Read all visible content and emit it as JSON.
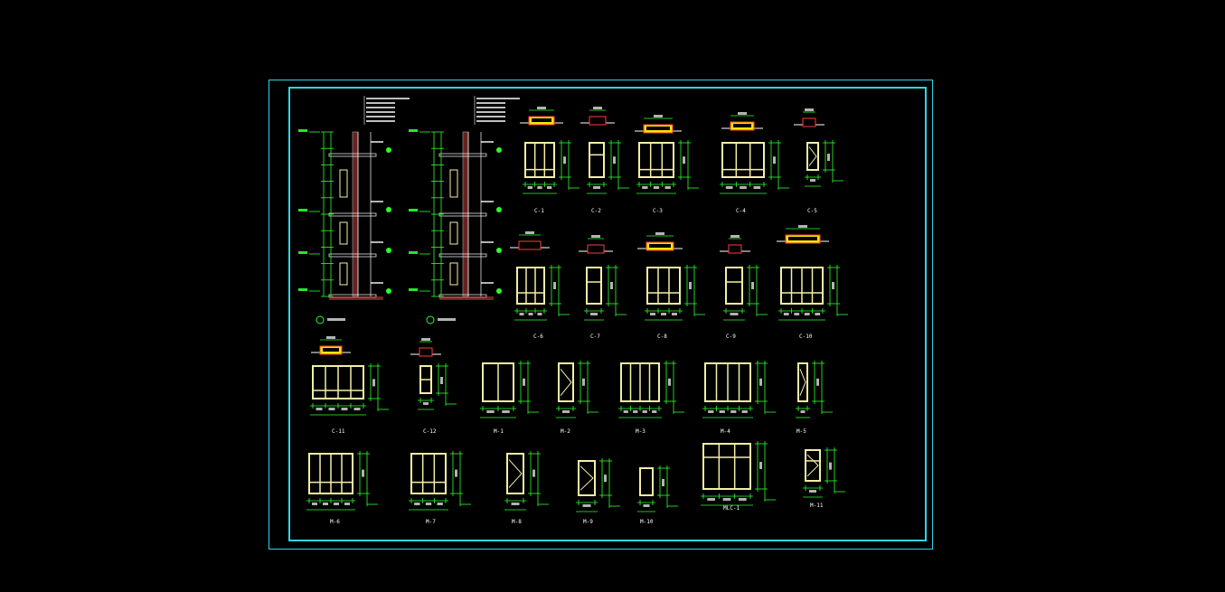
{
  "colors": {
    "background": "#000000",
    "frame": "#2fd4e6",
    "window_frame": "#f3efa6",
    "dimension": "#2cff2c",
    "wall_fill": "#f2e600",
    "wall_edge": "#ff3b3b",
    "section_fill": "#c23b3b",
    "text": "#ffffff"
  },
  "row1_labels": [
    "C-1",
    "C-2",
    "C-3",
    "C-4",
    "C-5"
  ],
  "row2_labels": [
    "C-6",
    "C-7",
    "C-8",
    "C-9",
    "C-10"
  ],
  "row3_labels": [
    "C-11",
    "C-12",
    "M-1",
    "M-2",
    "M-3",
    "M-4",
    "M-5"
  ],
  "row4_labels": [
    "M-6",
    "M-7",
    "M-8",
    "M-9",
    "M-10",
    "MLC-1",
    "M-11"
  ]
}
